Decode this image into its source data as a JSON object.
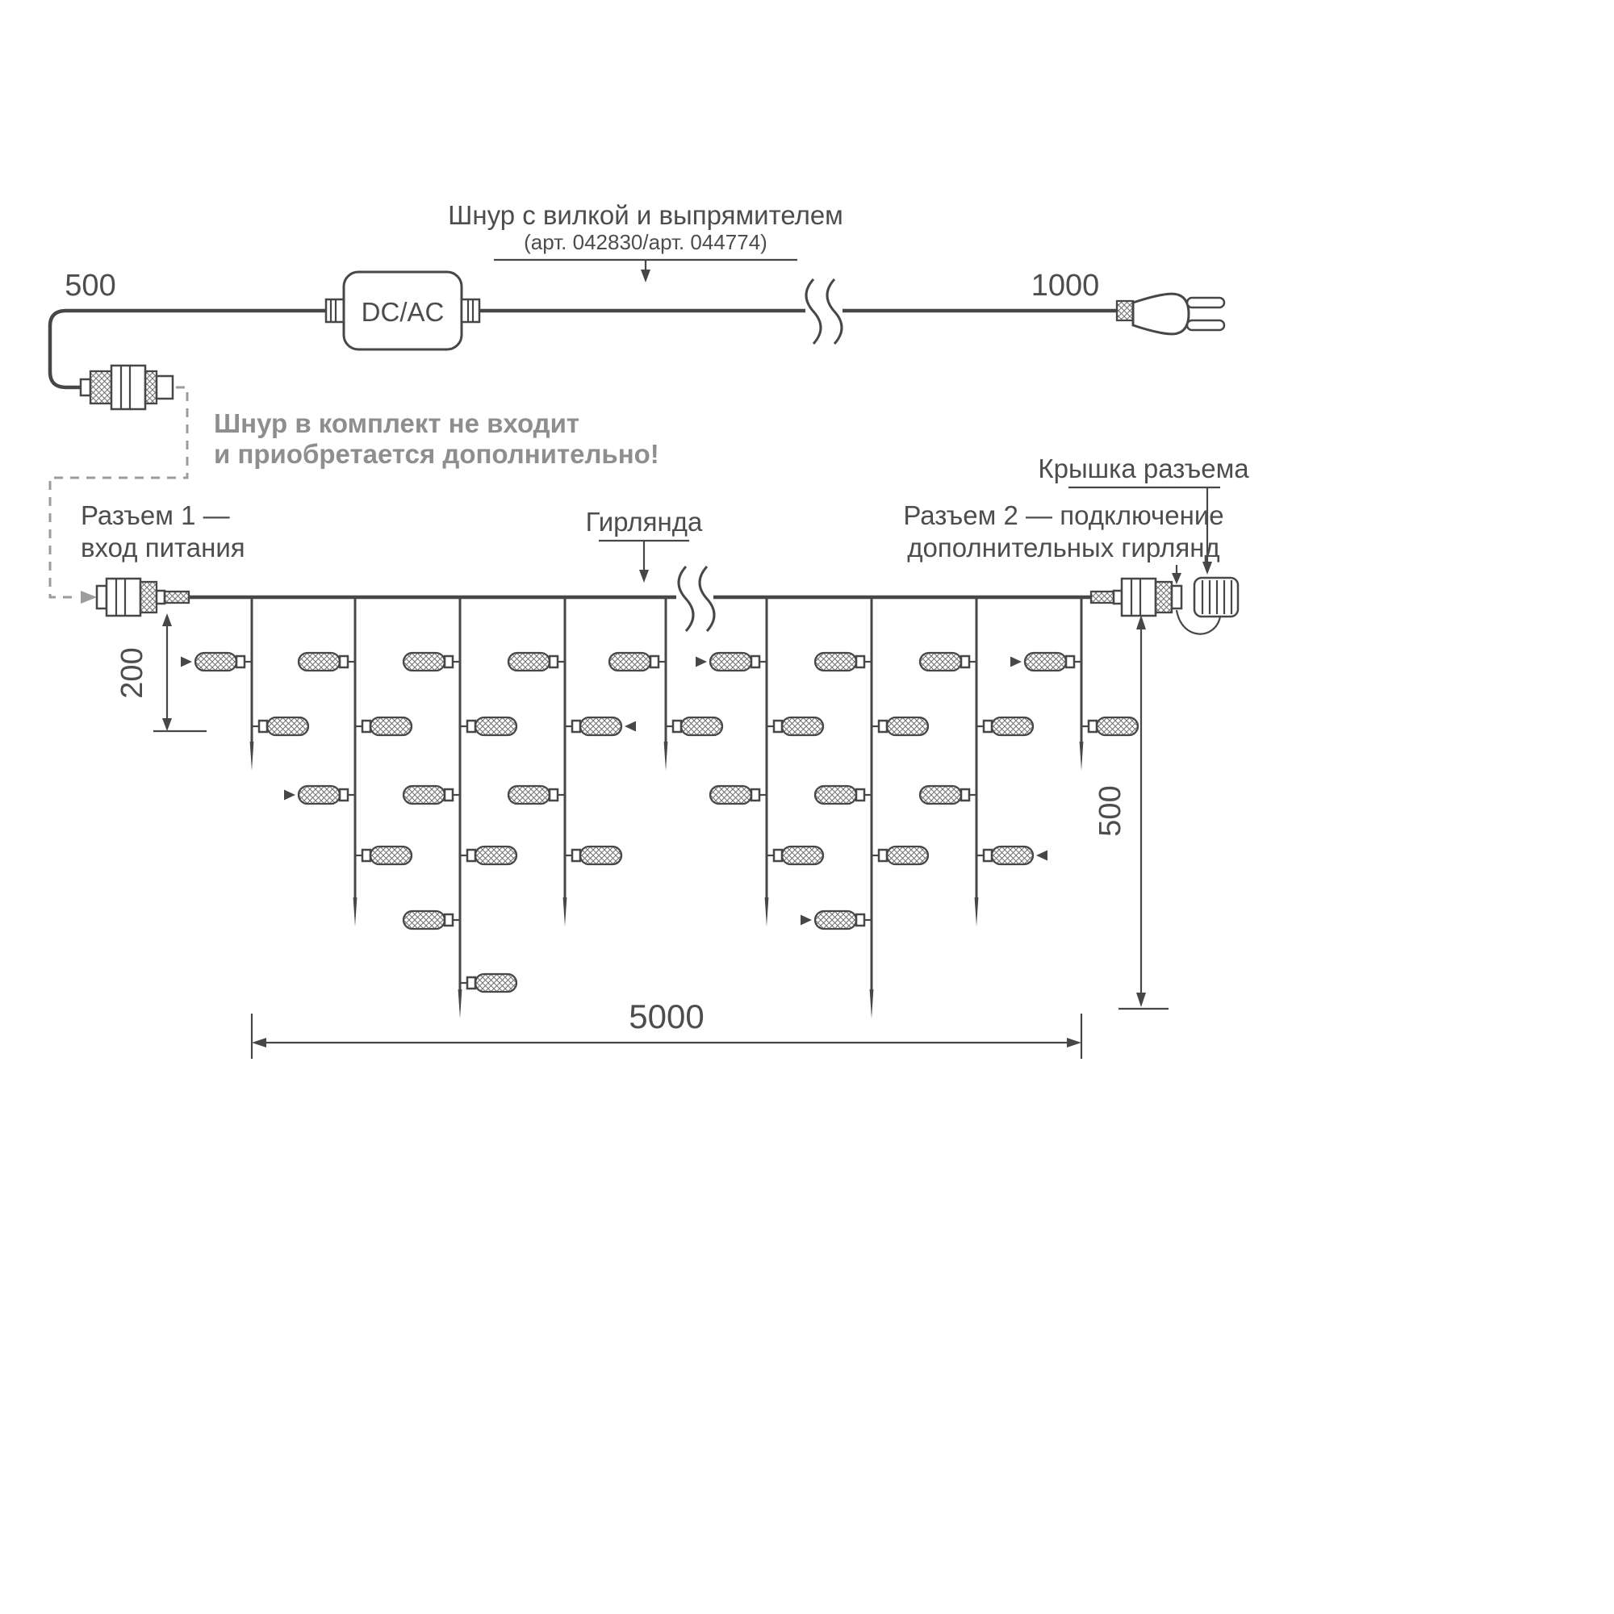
{
  "diagram": {
    "power_cord": {
      "title": "Шнур с вилкой и выпрямителем",
      "subtitle": "(арт. 042830/арт. 044774)",
      "dim_left": "500",
      "dim_right": "1000",
      "converter_label": "DC/AC"
    },
    "note": {
      "line1": "Шнур в комплект не входит",
      "line2": "и приобретается дополнительно!"
    },
    "garland": {
      "label": "Гирлянда",
      "connector1_line1": "Разъем 1 —",
      "connector1_line2": "вход питания",
      "connector2_line1": "Разъем 2 — подключение",
      "connector2_line2": "дополнительных гирлянд",
      "cap_label": "Крышка разъема"
    },
    "dimensions": {
      "drop_spacing": "200",
      "drop_length": "500",
      "total_length": "5000"
    },
    "colors": {
      "line": "#474747",
      "text": "#4d4d4d",
      "note": "#8e8e8e",
      "dashed": "#9c9c9c"
    }
  }
}
